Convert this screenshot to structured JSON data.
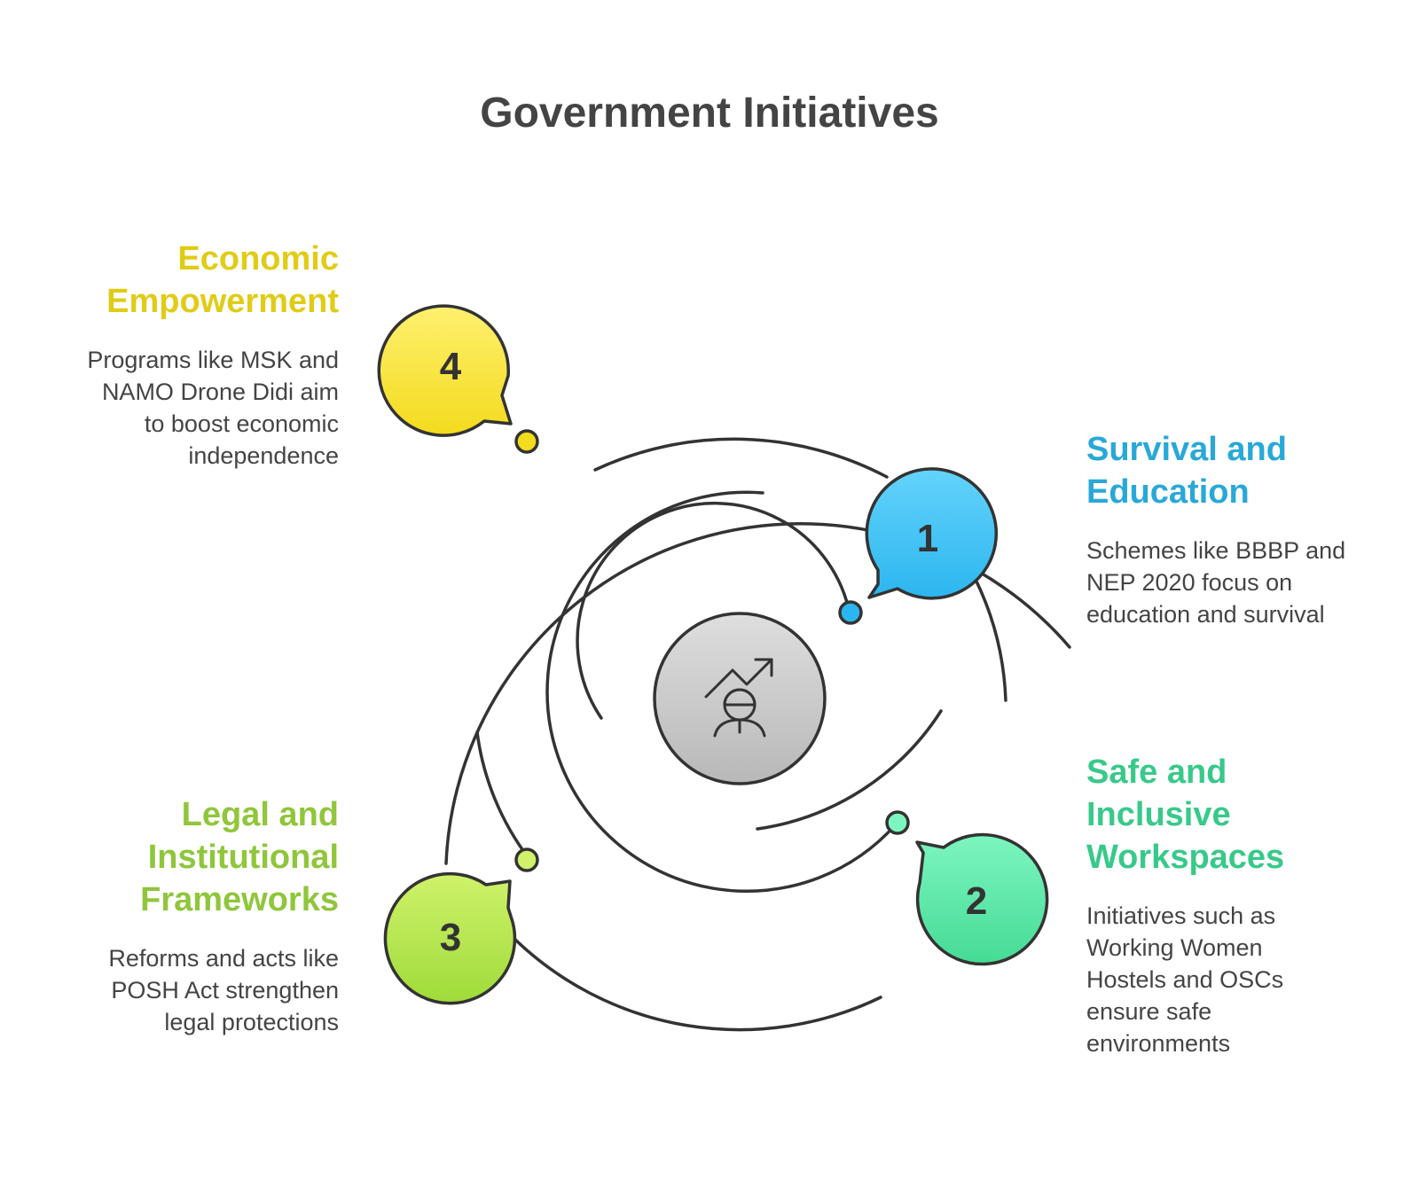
{
  "title": "Government Initiatives",
  "colors": {
    "blue": "#29a8d8",
    "green": "#38c98a",
    "lime": "#8fc63b",
    "yellow": "#e0cc17",
    "stroke": "#333333"
  },
  "center": {
    "icon": "growth-chart-person-icon"
  },
  "items": [
    {
      "number": "1",
      "heading": "Survival and Education",
      "description": "Schemes like BBBP and NEP 2020 focus on education and survival"
    },
    {
      "number": "2",
      "heading": "Safe and Inclusive Workspaces",
      "description": "Initiatives such as Working Women Hostels and OSCs ensure safe environments"
    },
    {
      "number": "3",
      "heading": "Legal and Institutional Frameworks",
      "description": "Reforms and acts like POSH Act strengthen legal protections"
    },
    {
      "number": "4",
      "heading": "Economic Empowerment",
      "description": "Programs like MSK and NAMO Drone Didi aim to boost economic independence"
    }
  ]
}
